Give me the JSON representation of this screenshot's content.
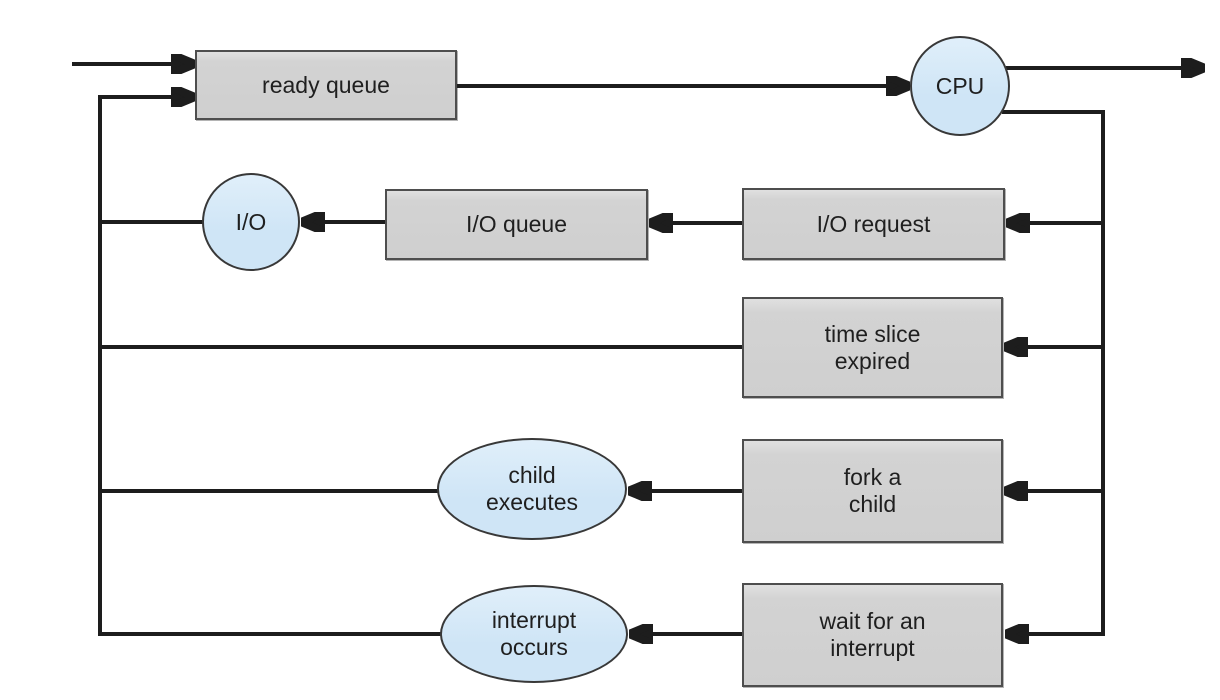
{
  "colors": {
    "background": "#ffffff",
    "box_fill": "#d3d3d3",
    "box_border": "#4e4e4e",
    "ellipse_fill": "#cfe5f6",
    "ellipse_border": "#383838",
    "line": "#1d1d1d",
    "text": "#1f1f1f"
  },
  "nodes": {
    "ready_queue": {
      "label": "ready queue"
    },
    "cpu": {
      "label": "CPU"
    },
    "io": {
      "label": "I/O"
    },
    "io_queue": {
      "label": "I/O queue"
    },
    "io_request": {
      "label": "I/O request"
    },
    "time_slice_expired": {
      "label": "time slice\nexpired"
    },
    "child_executes": {
      "label": "child\nexecutes"
    },
    "fork_a_child": {
      "label": "fork a\nchild"
    },
    "interrupt_occurs": {
      "label": "interrupt\noccurs"
    },
    "wait_for_interrupt": {
      "label": "wait for an\ninterrupt"
    }
  },
  "edges": [
    {
      "from": "entry",
      "to": "ready_queue",
      "arrow": true
    },
    {
      "from": "feedback_rail",
      "to": "ready_queue",
      "arrow": true
    },
    {
      "from": "ready_queue",
      "to": "cpu",
      "arrow": true
    },
    {
      "from": "cpu",
      "to": "exit",
      "arrow": true
    },
    {
      "from": "cpu",
      "to": "right_rail",
      "arrow": false
    },
    {
      "from": "right_rail",
      "to": "io_request",
      "arrow": true
    },
    {
      "from": "io_request",
      "to": "io_queue",
      "arrow": true
    },
    {
      "from": "io_queue",
      "to": "io",
      "arrow": true
    },
    {
      "from": "io",
      "to": "feedback_rail",
      "arrow": false
    },
    {
      "from": "right_rail",
      "to": "time_slice_expired",
      "arrow": true
    },
    {
      "from": "time_slice_expired",
      "to": "feedback_rail",
      "arrow": false
    },
    {
      "from": "right_rail",
      "to": "fork_a_child",
      "arrow": true
    },
    {
      "from": "fork_a_child",
      "to": "child_executes",
      "arrow": true
    },
    {
      "from": "child_executes",
      "to": "feedback_rail",
      "arrow": false
    },
    {
      "from": "right_rail",
      "to": "wait_for_interrupt",
      "arrow": true
    },
    {
      "from": "wait_for_interrupt",
      "to": "interrupt_occurs",
      "arrow": true
    },
    {
      "from": "interrupt_occurs",
      "to": "feedback_rail",
      "arrow": false
    }
  ]
}
